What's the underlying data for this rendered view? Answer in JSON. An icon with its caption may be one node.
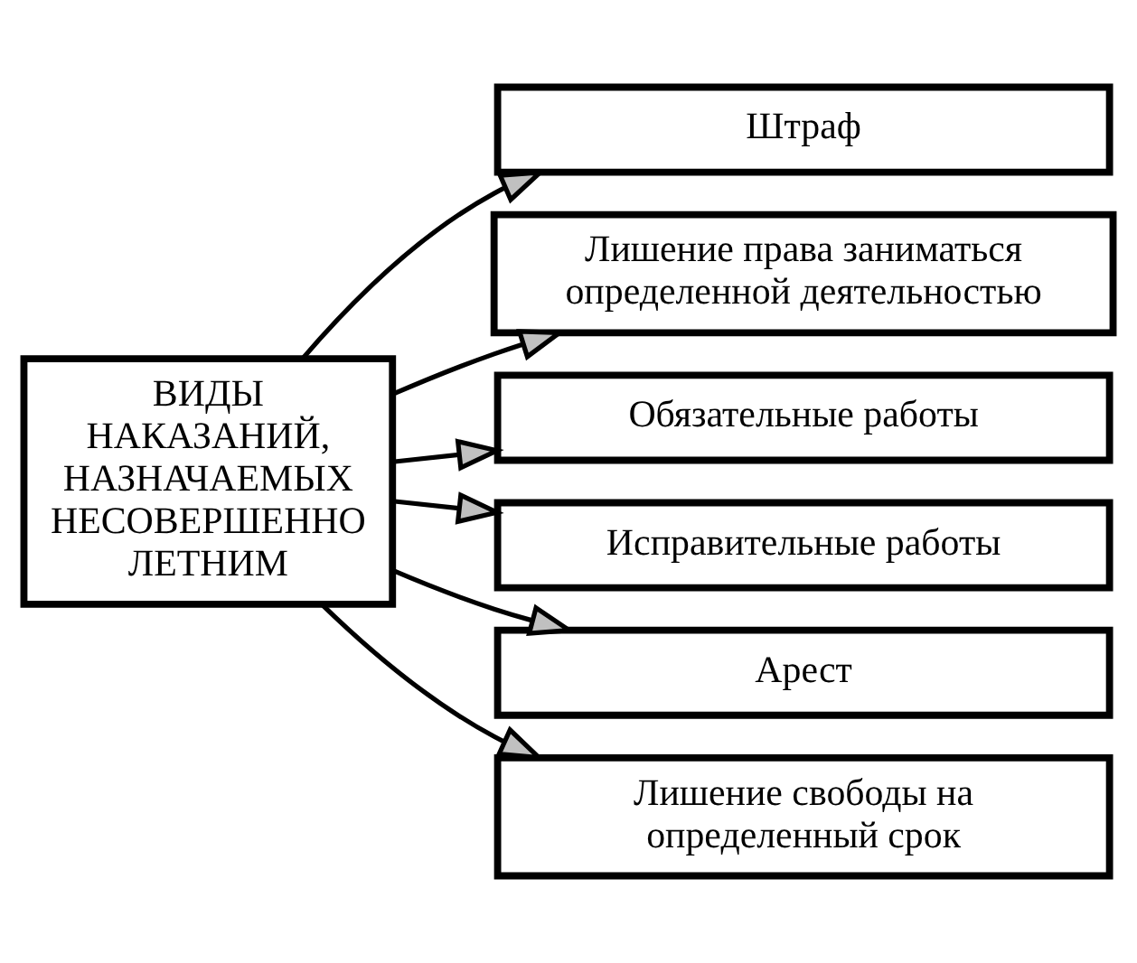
{
  "diagram": {
    "nodes": [
      {
        "text": [
          "ВИДЫ НАКАЗАНИЙ, НАЗНАЧАЕМЫХ НЕСОВЕРШЕННОЛЕТНИМ"
        ]
      },
      {
        "text": [
          "Штраф"
        ]
      },
      {
        "text": [
          "Лишение права заниматься определенной деятельностью"
        ]
      },
      {
        "text": [
          "Обязательные работы"
        ]
      },
      {
        "text": [
          "Исправительные работы"
        ]
      },
      {
        "text": [
          "Арест"
        ]
      },
      {
        "text": [
          "Лишение свободы на определенный срок"
        ]
      }
    ],
    "edges": [
      {
        "from": 0,
        "to": 1,
        "arrow": "to"
      },
      {
        "from": 0,
        "to": 2,
        "arrow": "to"
      },
      {
        "from": 0,
        "to": 3,
        "arrow": "to"
      },
      {
        "from": 0,
        "to": 4,
        "arrow": "to"
      },
      {
        "from": 0,
        "to": 5,
        "arrow": "to"
      },
      {
        "from": 0,
        "to": 6,
        "arrow": "to"
      }
    ]
  }
}
